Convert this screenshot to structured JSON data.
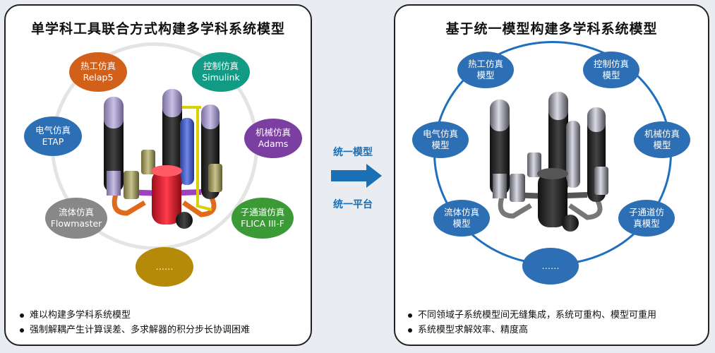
{
  "left": {
    "title": "单学科工具联合方式构建多学科系统模型",
    "bubbles": [
      {
        "line1": "热工仿真",
        "line2": "Relap5",
        "color": "#d2601a"
      },
      {
        "line1": "控制仿真",
        "line2": "Simulink",
        "color": "#119b84"
      },
      {
        "line1": "电气仿真",
        "line2": "ETAP",
        "color": "#2d6fb5"
      },
      {
        "line1": "机械仿真",
        "line2": "Adams",
        "color": "#7b3fa2"
      },
      {
        "line1": "流体仿真",
        "line2": "Flowmaster",
        "color": "#888888"
      },
      {
        "line1": "子通道仿真",
        "line2": "FLICA III-F",
        "color": "#3c9a36"
      },
      {
        "line1": "……",
        "line2": "",
        "color": "#b48a08"
      }
    ],
    "bullets": [
      "难以构建多学科系统模型",
      "强制解耦产生计算误差、多求解器的积分步长协调困难"
    ]
  },
  "middle": {
    "top_label": "统一模型",
    "bottom_label": "统一平台",
    "arrow_color": "#1a6fb5"
  },
  "right": {
    "title": "基于统一模型构建多学科系统模型",
    "bubble_color": "#2d6fb5",
    "bubbles": [
      {
        "line1": "热工仿真",
        "line2": "模型"
      },
      {
        "line1": "控制仿真",
        "line2": "模型"
      },
      {
        "line1": "电气仿真",
        "line2": "模型"
      },
      {
        "line1": "机械仿真",
        "line2": "模型"
      },
      {
        "line1": "流体仿真",
        "line2": "模型"
      },
      {
        "line1": "子通道仿",
        "line2": "真模型"
      },
      {
        "line1": "……",
        "line2": ""
      }
    ],
    "bullets": [
      "不同领域子系统模型间无缝集成，系统可重构、模型可重用",
      "系统模型求解效率、精度高"
    ]
  }
}
